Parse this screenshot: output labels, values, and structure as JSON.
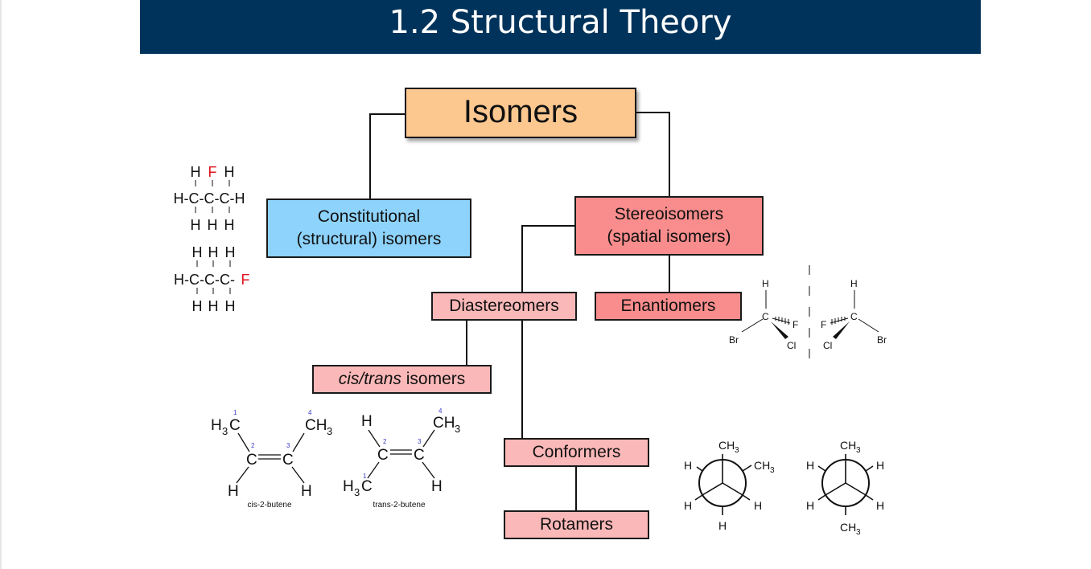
{
  "slide": {
    "title": "1.2 Structural Theory"
  },
  "nodes": {
    "isomers": "Isomers",
    "constitutional": [
      "Constitutional",
      "(structural) isomers"
    ],
    "stereoisomers": [
      "Stereoisomers",
      "(spatial isomers)"
    ],
    "diastereomers": "Diastereomers",
    "enantiomers": "Enantiomers",
    "cis_trans": {
      "italic": "cis/trans",
      "rest": " isomers"
    },
    "conformers": "Conformers",
    "rotamers": "Rotamers"
  },
  "colors": {
    "title_bar": "#00335b",
    "isomers": "#fcc890",
    "constitutional": "#8ed3fc",
    "stereoisomers": "#f98c8c",
    "enantiomers": "#f98c8c",
    "diastereomers": "#fbb8b8",
    "cis_trans": "#fbb8b8",
    "conformers": "#fbb8b8",
    "rotamers": "#fbb8b8",
    "heteroatom_red": "#e0141e",
    "locant_blue": "#3b3bc8"
  },
  "molecules": {
    "fluoropropane_2": {
      "top": [
        "H",
        "F",
        "H"
      ],
      "middle": "H-C-C-C-H",
      "bottom": [
        "H",
        "H",
        "H"
      ]
    },
    "fluoropropane_1": {
      "top": [
        "H",
        "H",
        "H"
      ],
      "middle": "H-C-C-C-",
      "end": "F",
      "bottom": [
        "H",
        "H",
        "H"
      ]
    },
    "cis_2_butene": {
      "caption": "cis-2-butene",
      "locants": [
        "1",
        "2",
        "3",
        "4"
      ]
    },
    "trans_2_butene": {
      "caption": "trans-2-butene",
      "locants": [
        "1",
        "2",
        "3",
        "4"
      ]
    },
    "enantiomer_left": {
      "atoms": [
        "H",
        "C",
        "F",
        "Br",
        "Cl"
      ]
    },
    "enantiomer_right": {
      "atoms": [
        "H",
        "C",
        "F",
        "Cl",
        "Br"
      ]
    },
    "newman_staggered": {
      "groups": [
        "CH3",
        "H",
        "CH3",
        "H",
        "H",
        "H"
      ]
    },
    "newman_anti": {
      "groups": [
        "CH3",
        "H",
        "H",
        "H",
        "H",
        "CH3"
      ]
    }
  }
}
